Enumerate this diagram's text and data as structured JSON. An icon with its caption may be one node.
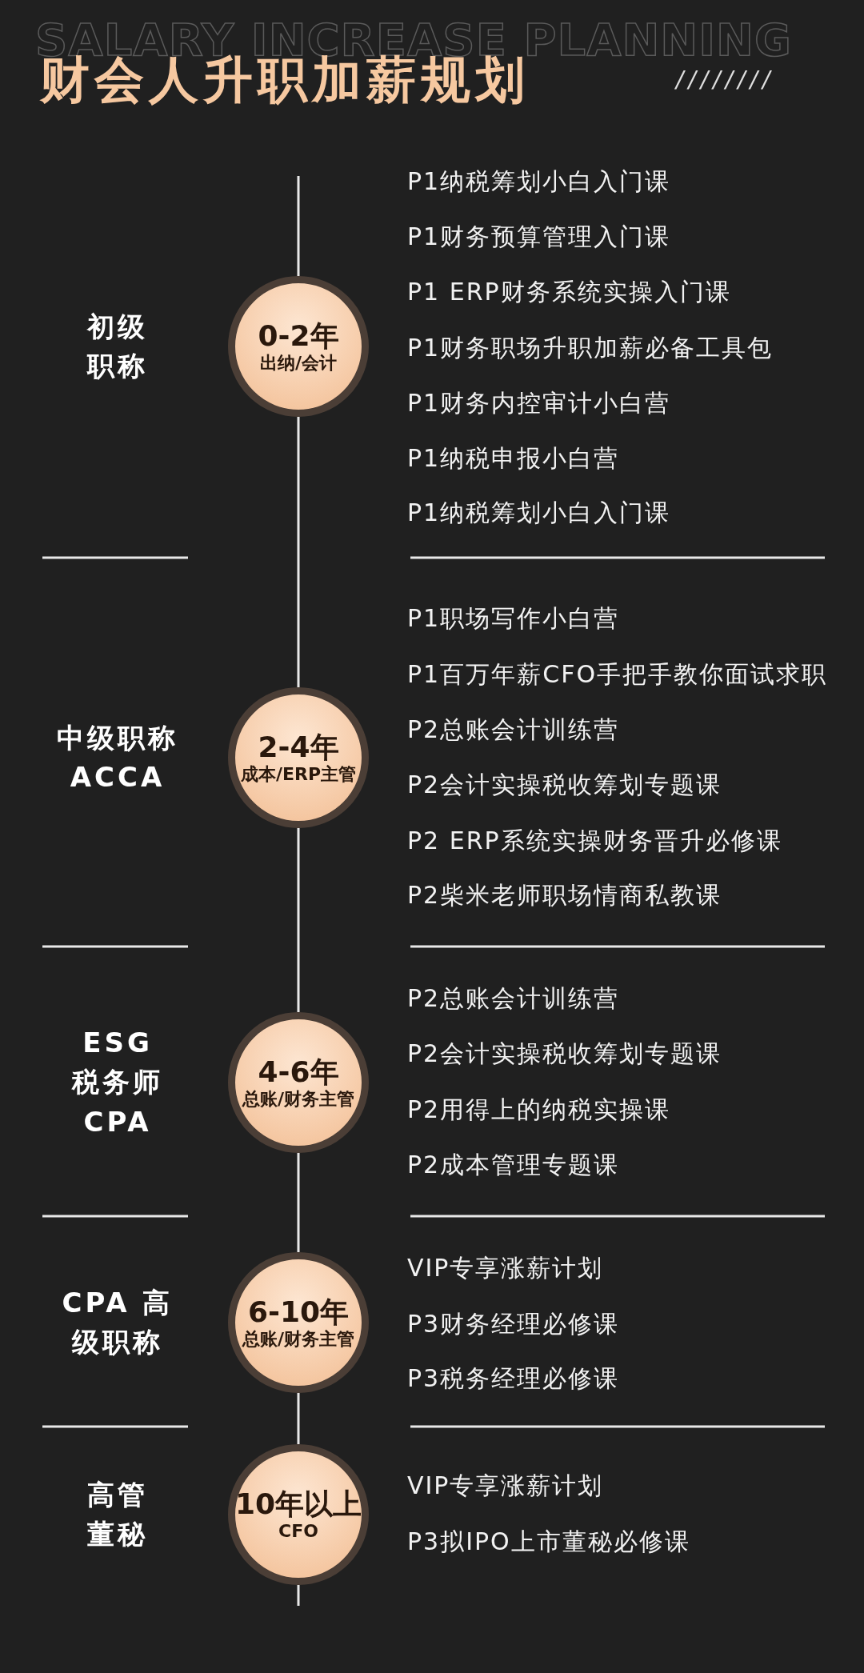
{
  "diagram": {
    "title": "财会人升职加薪规划",
    "nodes": [
      {
        "text": [
          "0-2年",
          "出纳/会计"
        ],
        "beside": [
          "初级职称"
        ]
      },
      {
        "text": [
          "2-4年",
          "成本/ERP主管"
        ],
        "beside": [
          "中级职称 ACCA"
        ]
      },
      {
        "text": [
          "4-6年",
          "总账/财务主管"
        ],
        "beside": [
          "ESG 税务师 CPA"
        ]
      },
      {
        "text": [
          "6-10年",
          "总账/财务主管"
        ],
        "beside": [
          "CPA 高级职称"
        ]
      },
      {
        "text": [
          "10年以上",
          "CFO"
        ],
        "beside": [
          "高管董秘"
        ]
      }
    ],
    "edges": [
      {
        "from": null,
        "to": 0,
        "arrow": "none"
      },
      {
        "from": 0,
        "to": 1,
        "arrow": "none"
      },
      {
        "from": 1,
        "to": 2,
        "arrow": "none"
      },
      {
        "from": 2,
        "to": 3,
        "arrow": "none"
      },
      {
        "from": 3,
        "to": 4,
        "arrow": "none"
      },
      {
        "from": 4,
        "to": null,
        "arrow": "none"
      }
    ],
    "labels": [
      "SALARY INCREASE PLANNING",
      "////////",
      "P1纳税筹划小白入门课",
      "P1财务预算管理入门课",
      "P1 ERP财务系统实操入门课",
      "P1财务职场升职加薪必备工具包",
      "P1财务内控审计小白营",
      "P1纳税申报小白营",
      "P1纳税筹划小白入门课",
      "P1职场写作小白营",
      "P1百万年薪CFO手把手教你面试求职",
      "P2总账会计训练营",
      "P2会计实操税收筹划专题课",
      "P2 ERP系统实操财务晋升必修课",
      "P2柴米老师职场情商私教课",
      "P2总账会计训练营",
      "P2会计实操税收筹划专题课",
      "P2用得上的纳税实操课",
      "P2成本管理专题课",
      "VIP专享涨薪计划",
      "P3财务经理必修课",
      "P3税务经理必修课",
      "VIP专享涨薪计划",
      "P3拟IPO上市董秘必修课"
    ]
  }
}
